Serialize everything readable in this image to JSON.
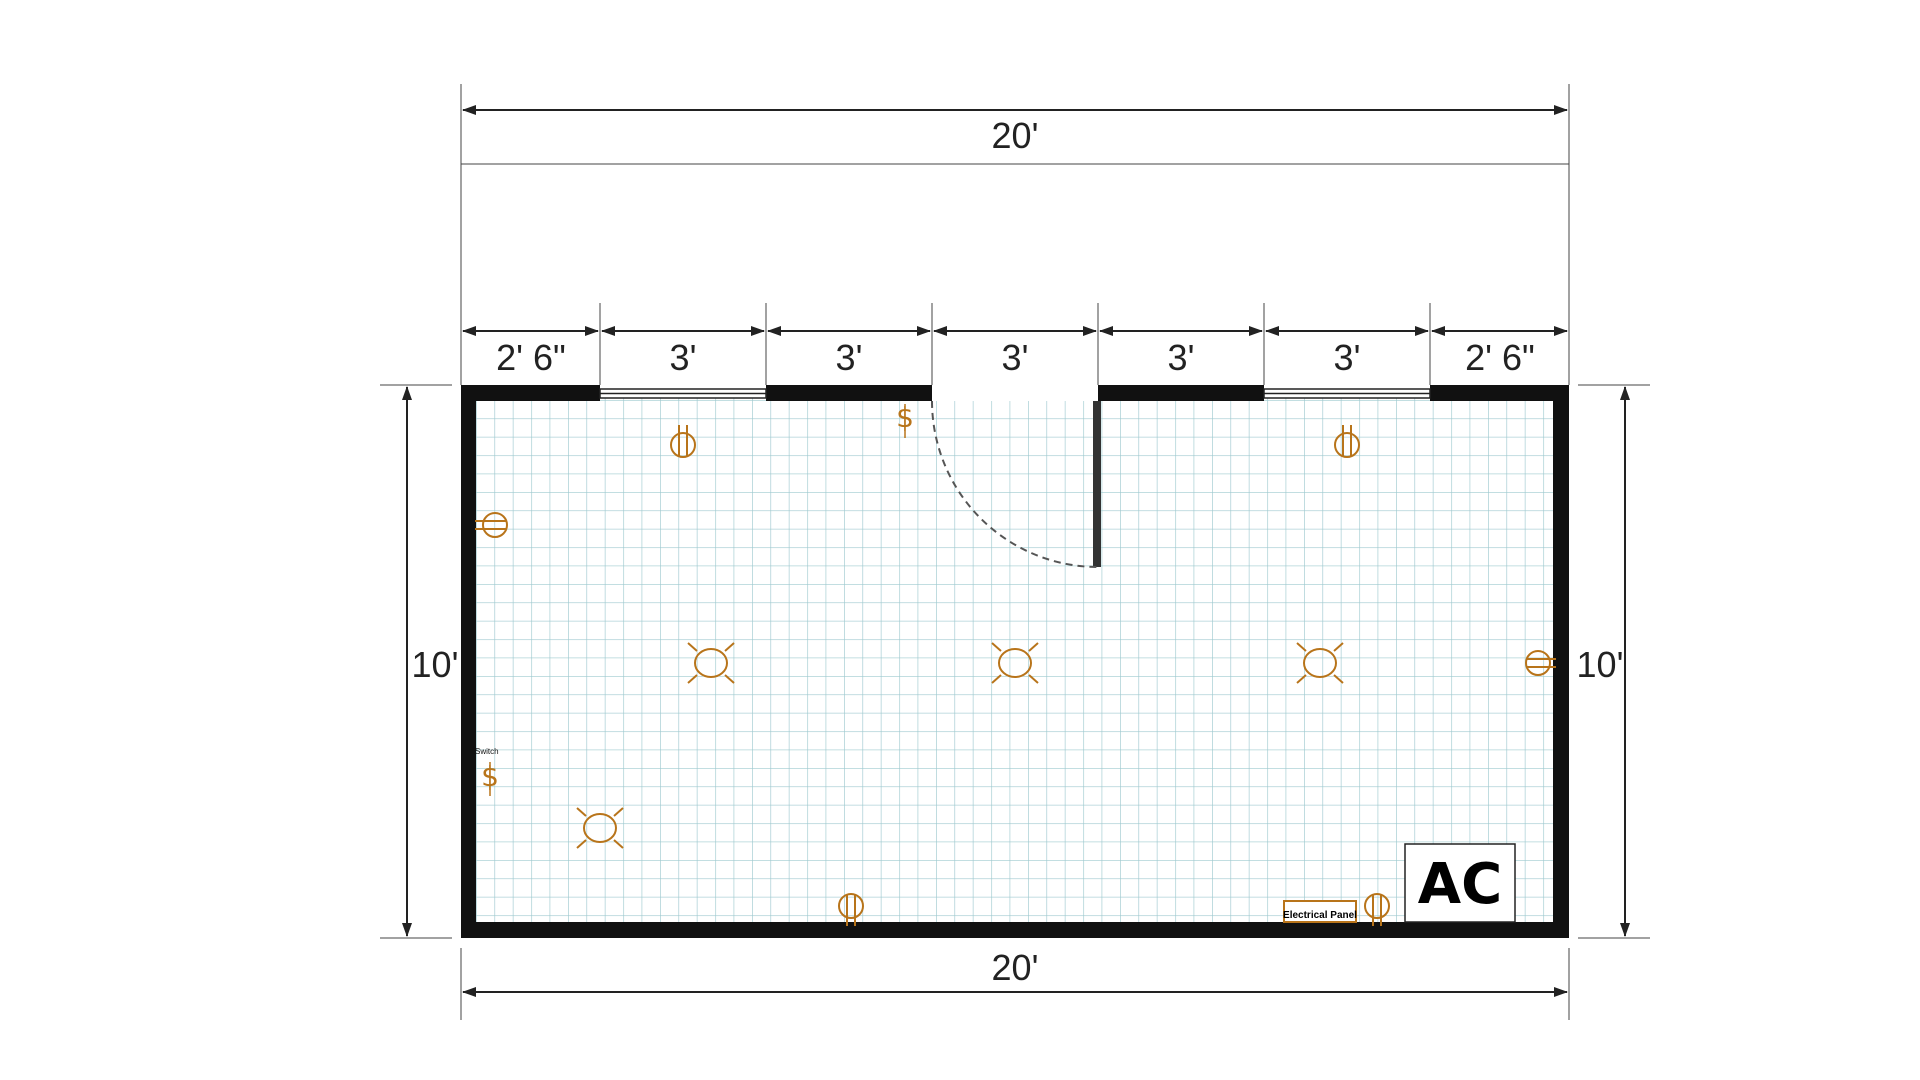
{
  "dimensions": {
    "top_overall": "20'",
    "bottom_overall": "20'",
    "left_height": "10'",
    "right_height": "10'",
    "segments": [
      "2' 6\"",
      "3'",
      "3'",
      "3'",
      "3'",
      "3'",
      "2' 6\""
    ]
  },
  "labels": {
    "switch_left": "Switch",
    "switch_symbol": "$",
    "electrical_panel": "Electrical Panel",
    "ac_unit": "AC"
  },
  "colors": {
    "wall": "#111111",
    "grid": "#9ec9cf",
    "fixture": "#b8741a",
    "dimension": "#222222"
  },
  "icons": {
    "receptacle": "duplex-outlet-icon",
    "ceiling_light": "ceiling-light-icon",
    "switch": "switch-symbol-icon",
    "door_swing": "door-swing-arc"
  }
}
